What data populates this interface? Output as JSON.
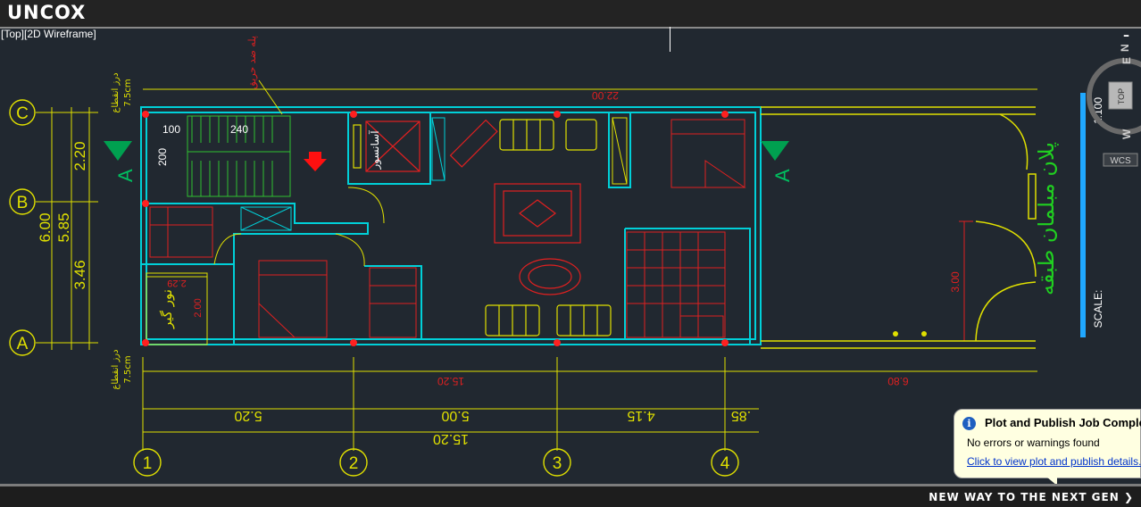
{
  "header": {
    "logo": "UNCOX"
  },
  "viewport": {
    "label": "[Top][2D Wireframe]",
    "minimize": "–"
  },
  "viewcube": {
    "top": "TOP",
    "north": "N",
    "east": "E",
    "west": "W",
    "wcs": "WCS"
  },
  "drawing": {
    "grid_letters": [
      "C",
      "B",
      "A"
    ],
    "grid_numbers": [
      "1",
      "2",
      "3",
      "4"
    ],
    "section_mark": "A",
    "dims": {
      "overall": "22.00",
      "bottom_total": "15.20",
      "right_part": "6.80",
      "bay1": "5.20",
      "bay2": "5.00",
      "bay3": "4.15",
      "bay4": ".85",
      "total_width": "15.20",
      "left_total": "6.00",
      "left_inner": "5.85",
      "left_ab": "3.46",
      "left_bc": "2.20",
      "right_height": "3.00",
      "stair_100": "100",
      "stair_240": "240",
      "stair_200": "200",
      "light_w": "2.29",
      "light_h": "2.00",
      "wall_75": "7.5cm"
    },
    "labels": {
      "plan_title": "پلان مبلمان طبقه",
      "scale_value": "1:100",
      "scale_label": "SCALE:",
      "elevator": "آسانسور",
      "light_well": "نور گیر",
      "expansion_joint": "درز انقطاع",
      "fire_stair": "پله ضد حریق"
    }
  },
  "notification": {
    "title": "Plot and Publish Job Complete",
    "message": "No errors or warnings found",
    "link": "Click to view plot and publish details."
  },
  "footer": {
    "tagline": "NEW WAY TO THE NEXT GEN ❯"
  }
}
